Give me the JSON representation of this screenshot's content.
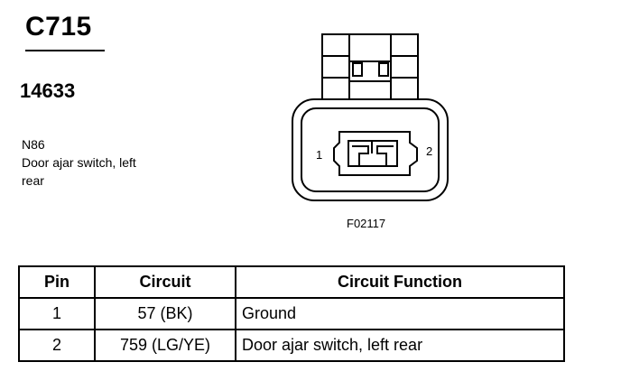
{
  "connector": {
    "id": "C715",
    "part_number": "14633",
    "code": "N86",
    "description_line1": "Door ajar switch, left",
    "description_line2": "rear",
    "figure_id": "F02117",
    "pin_left_label": "1",
    "pin_right_label": "2"
  },
  "table": {
    "headers": [
      "Pin",
      "Circuit",
      "Circuit Function"
    ],
    "rows": [
      {
        "pin": "1",
        "circuit": "57 (BK)",
        "function": "Ground"
      },
      {
        "pin": "2",
        "circuit": "759 (LG/YE)",
        "function": "Door ajar switch, left rear"
      }
    ]
  }
}
